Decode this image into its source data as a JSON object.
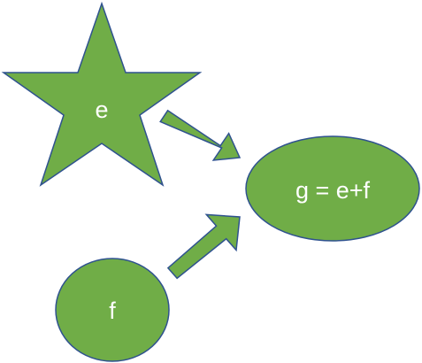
{
  "nodes": {
    "e": {
      "label": "e",
      "shape": "star"
    },
    "f": {
      "label": "f",
      "shape": "ellipse"
    },
    "g": {
      "label": "g = e+f",
      "shape": "ellipse"
    }
  },
  "edges": [
    {
      "from": "e",
      "to": "g"
    },
    {
      "from": "f",
      "to": "g"
    }
  ],
  "colors": {
    "fill": "#70ad47",
    "outline": "#2f528f",
    "text": "#ffffff",
    "background": "#ffffff"
  }
}
